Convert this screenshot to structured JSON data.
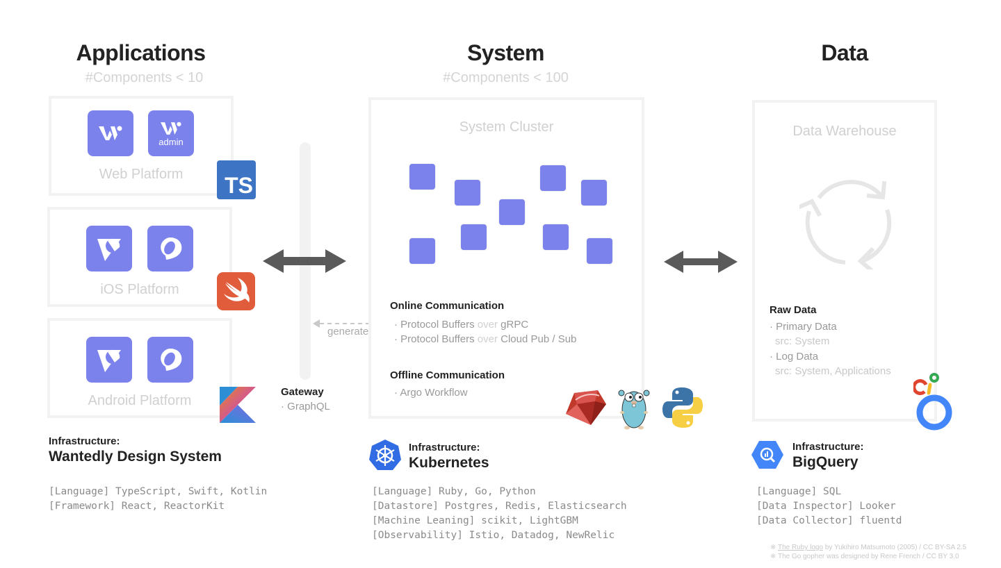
{
  "columns": {
    "applications": {
      "title": "Applications",
      "subtitle": "#Components < 10",
      "platforms": [
        {
          "label": "Web Platform",
          "icons": [
            "wantedly-icon",
            "wantedly-admin-icon"
          ],
          "admin_label": "admin",
          "lang_badge": "TS"
        },
        {
          "label": "iOS Platform",
          "icons": [
            "wantedly-visit-icon",
            "wantedly-people-icon"
          ]
        },
        {
          "label": "Android Platform",
          "icons": [
            "wantedly-visit-icon",
            "wantedly-people-icon"
          ]
        }
      ],
      "infra_prefix": "Infrastructure:",
      "infra_name": "Wantedly Design System",
      "stack": [
        "[Language] TypeScript, Swift, Kotlin",
        "[Framework] React, ReactorKit"
      ]
    },
    "gateway": {
      "title": "Gateway",
      "item": "· GraphQL",
      "generate_label": "generate"
    },
    "system": {
      "title": "System",
      "subtitle": "#Components < 100",
      "cluster_label": "System Cluster",
      "node_count": 9,
      "online": {
        "title": "Online Communication",
        "items": [
          {
            "bullet": "· ",
            "a": "Protocol Buffers",
            "over": " over ",
            "b": "gRPC"
          },
          {
            "bullet": "· ",
            "a": "Protocol Buffers",
            "over": " over ",
            "b": "Cloud Pub / Sub"
          }
        ]
      },
      "offline": {
        "title": "Offline Communication",
        "items": [
          "· Argo Workflow"
        ]
      },
      "infra_prefix": "Infrastructure:",
      "infra_name": "Kubernetes",
      "stack": [
        "[Language] Ruby, Go, Python",
        "[Datastore] Postgres, Redis, Elasticsearch",
        "[Machine Leaning] scikit, LightGBM",
        "[Observability] Istio, Datadog, NewRelic"
      ]
    },
    "data": {
      "title": "Data",
      "warehouse_label": "Data Warehouse",
      "raw_title": "Raw Data",
      "raw_items": [
        {
          "label": "· Primary Data",
          "src": "src: System"
        },
        {
          "label": "· Log Data",
          "src": "src: System, Applications"
        }
      ],
      "infra_prefix": "Infrastructure:",
      "infra_name": "BigQuery",
      "stack": [
        "[Language] SQL",
        "[Data Inspector] Looker",
        "[Data Collector] fluentd"
      ]
    }
  },
  "credits": [
    {
      "mark": "※ ",
      "link": "The Ruby logo",
      "rest": " by Yukihiro Matsumoto (2005) / CC BY-SA 2.5"
    },
    {
      "mark": "※ ",
      "link": "",
      "rest": "The Go gopher was designed by Rene French / CC BY 3.0"
    }
  ],
  "colors": {
    "accent": "#7b82ec",
    "arrow": "#5a5a5a",
    "panel_border": "#f2f2f2",
    "typescript": "#3178c6",
    "swift": "#e05c3a",
    "kubernetes": "#326ce5",
    "bigquery": "#4386fa"
  }
}
